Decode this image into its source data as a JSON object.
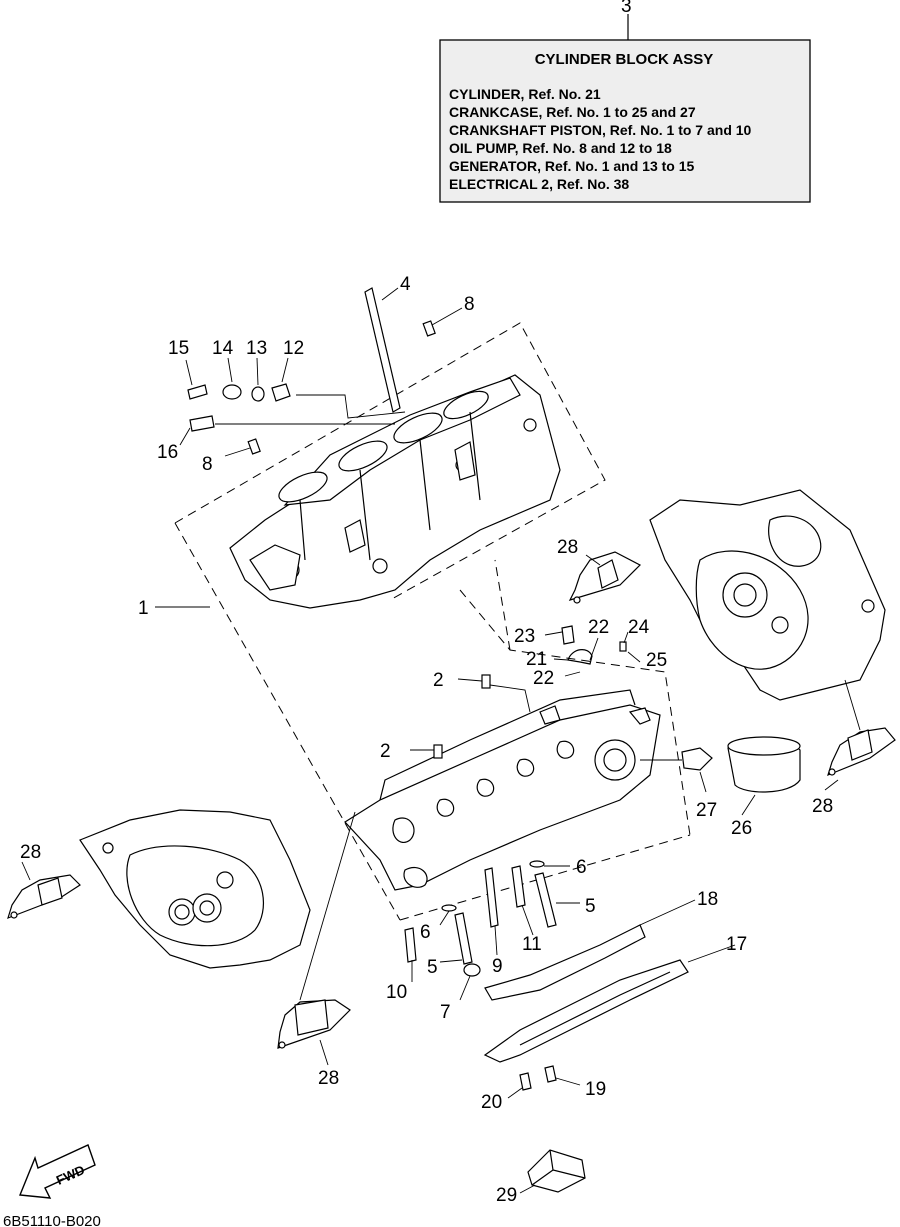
{
  "info_box": {
    "ref_number": "3",
    "title": "CYLINDER BLOCK ASSY",
    "lines": [
      "CYLINDER, Ref. No. 21",
      "CRANKCASE, Ref. No. 1 to 25 and 27",
      "CRANKSHAFT PISTON, Ref. No. 1 to 7 and 10",
      "OIL PUMP, Ref. No. 8 and 12 to 18",
      "GENERATOR, Ref. No. 1 and 13 to 15",
      "ELECTRICAL 2, Ref. No. 38"
    ]
  },
  "callouts": [
    "4",
    "8",
    "15",
    "14",
    "13",
    "12",
    "16",
    "8",
    "1",
    "28",
    "23",
    "22",
    "24",
    "21",
    "25",
    "22",
    "2",
    "2",
    "27",
    "26",
    "28",
    "28",
    "6",
    "5",
    "18",
    "17",
    "6",
    "11",
    "9",
    "5",
    "10",
    "7",
    "28",
    "19",
    "20",
    "29"
  ],
  "fwd_label": "FWD",
  "diagram_code": "6B51110-B020",
  "colors": {
    "stroke": "#000000",
    "box_fill": "#eeeeee",
    "background": "#ffffff"
  }
}
